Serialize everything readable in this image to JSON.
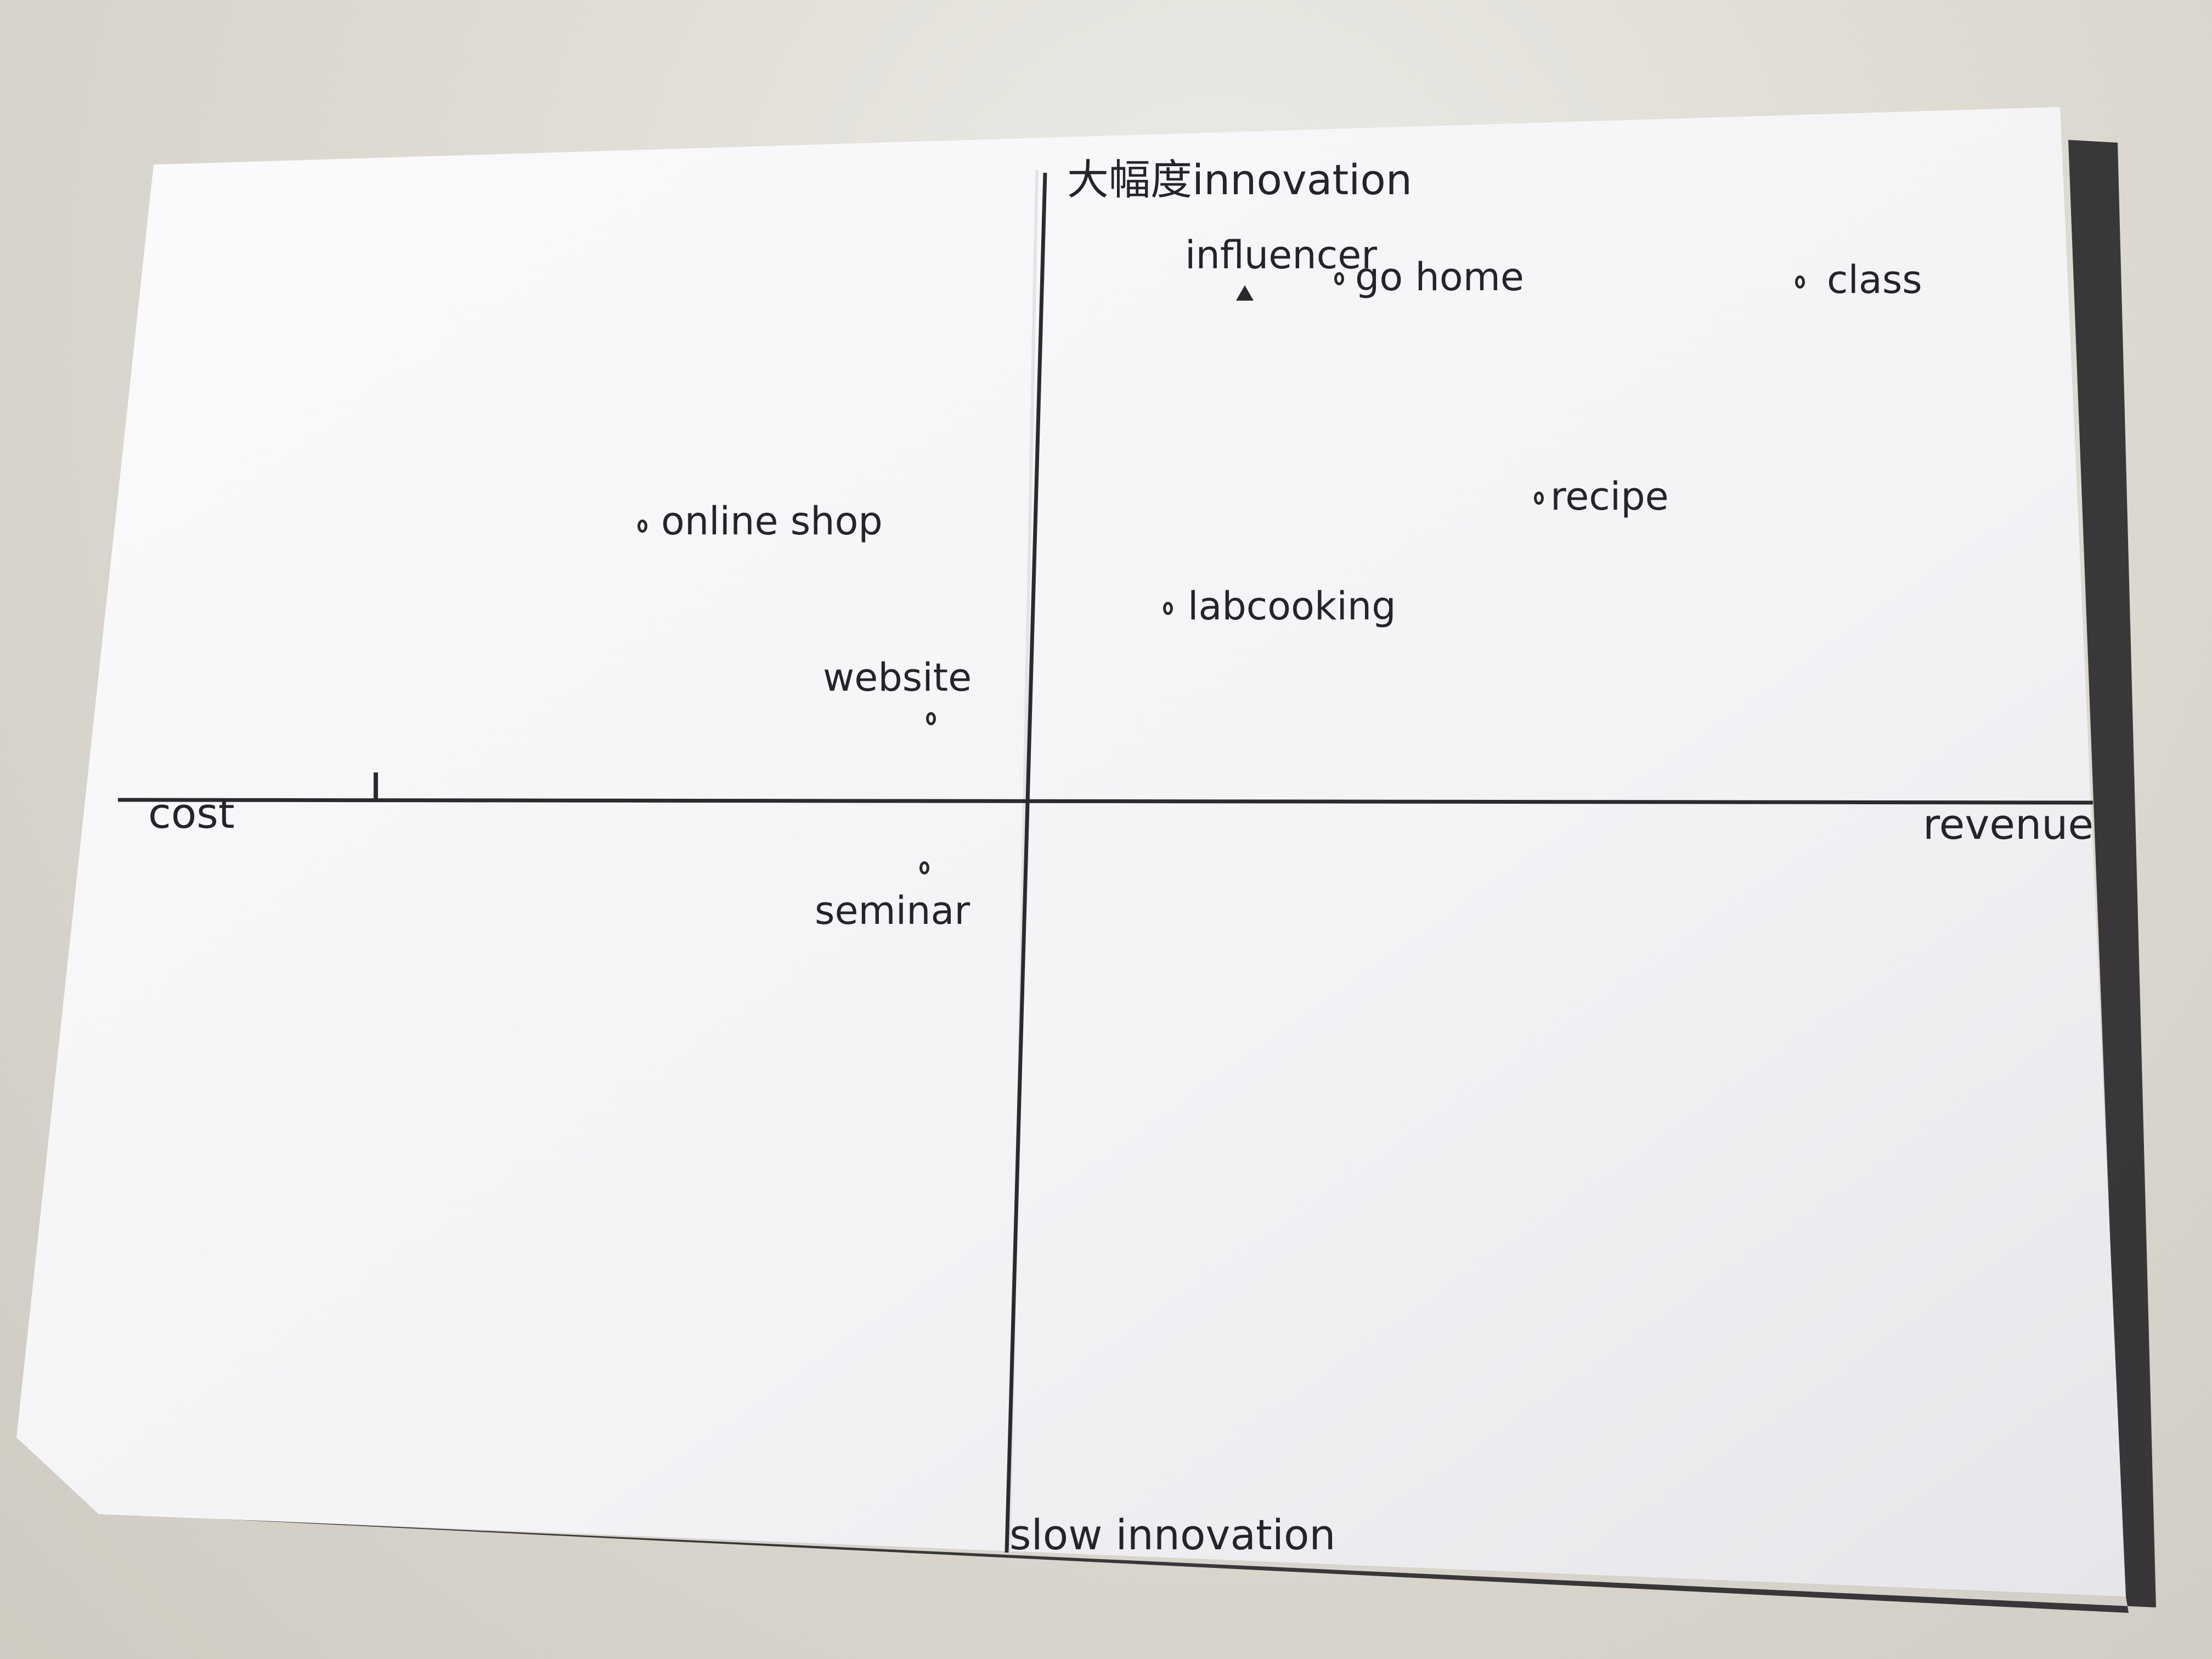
{
  "colors": {
    "paper": "#f7f7f9",
    "ink": "#26242a",
    "table": "#dedbd3"
  },
  "axes": {
    "top": "大幅度innovation",
    "bottom": "slow innovation",
    "left": "cost",
    "right": "revenue"
  },
  "points": [
    {
      "label": "influencer",
      "marker": "triangle"
    },
    {
      "label": "go home",
      "marker": "circle"
    },
    {
      "label": "class",
      "marker": "circle"
    },
    {
      "label": "recipe",
      "marker": "circle"
    },
    {
      "label": "labcooking",
      "marker": "circle"
    },
    {
      "label": "online shop",
      "marker": "circle"
    },
    {
      "label": "website",
      "marker": "circle"
    },
    {
      "label": "seminar",
      "marker": "circle"
    }
  ]
}
